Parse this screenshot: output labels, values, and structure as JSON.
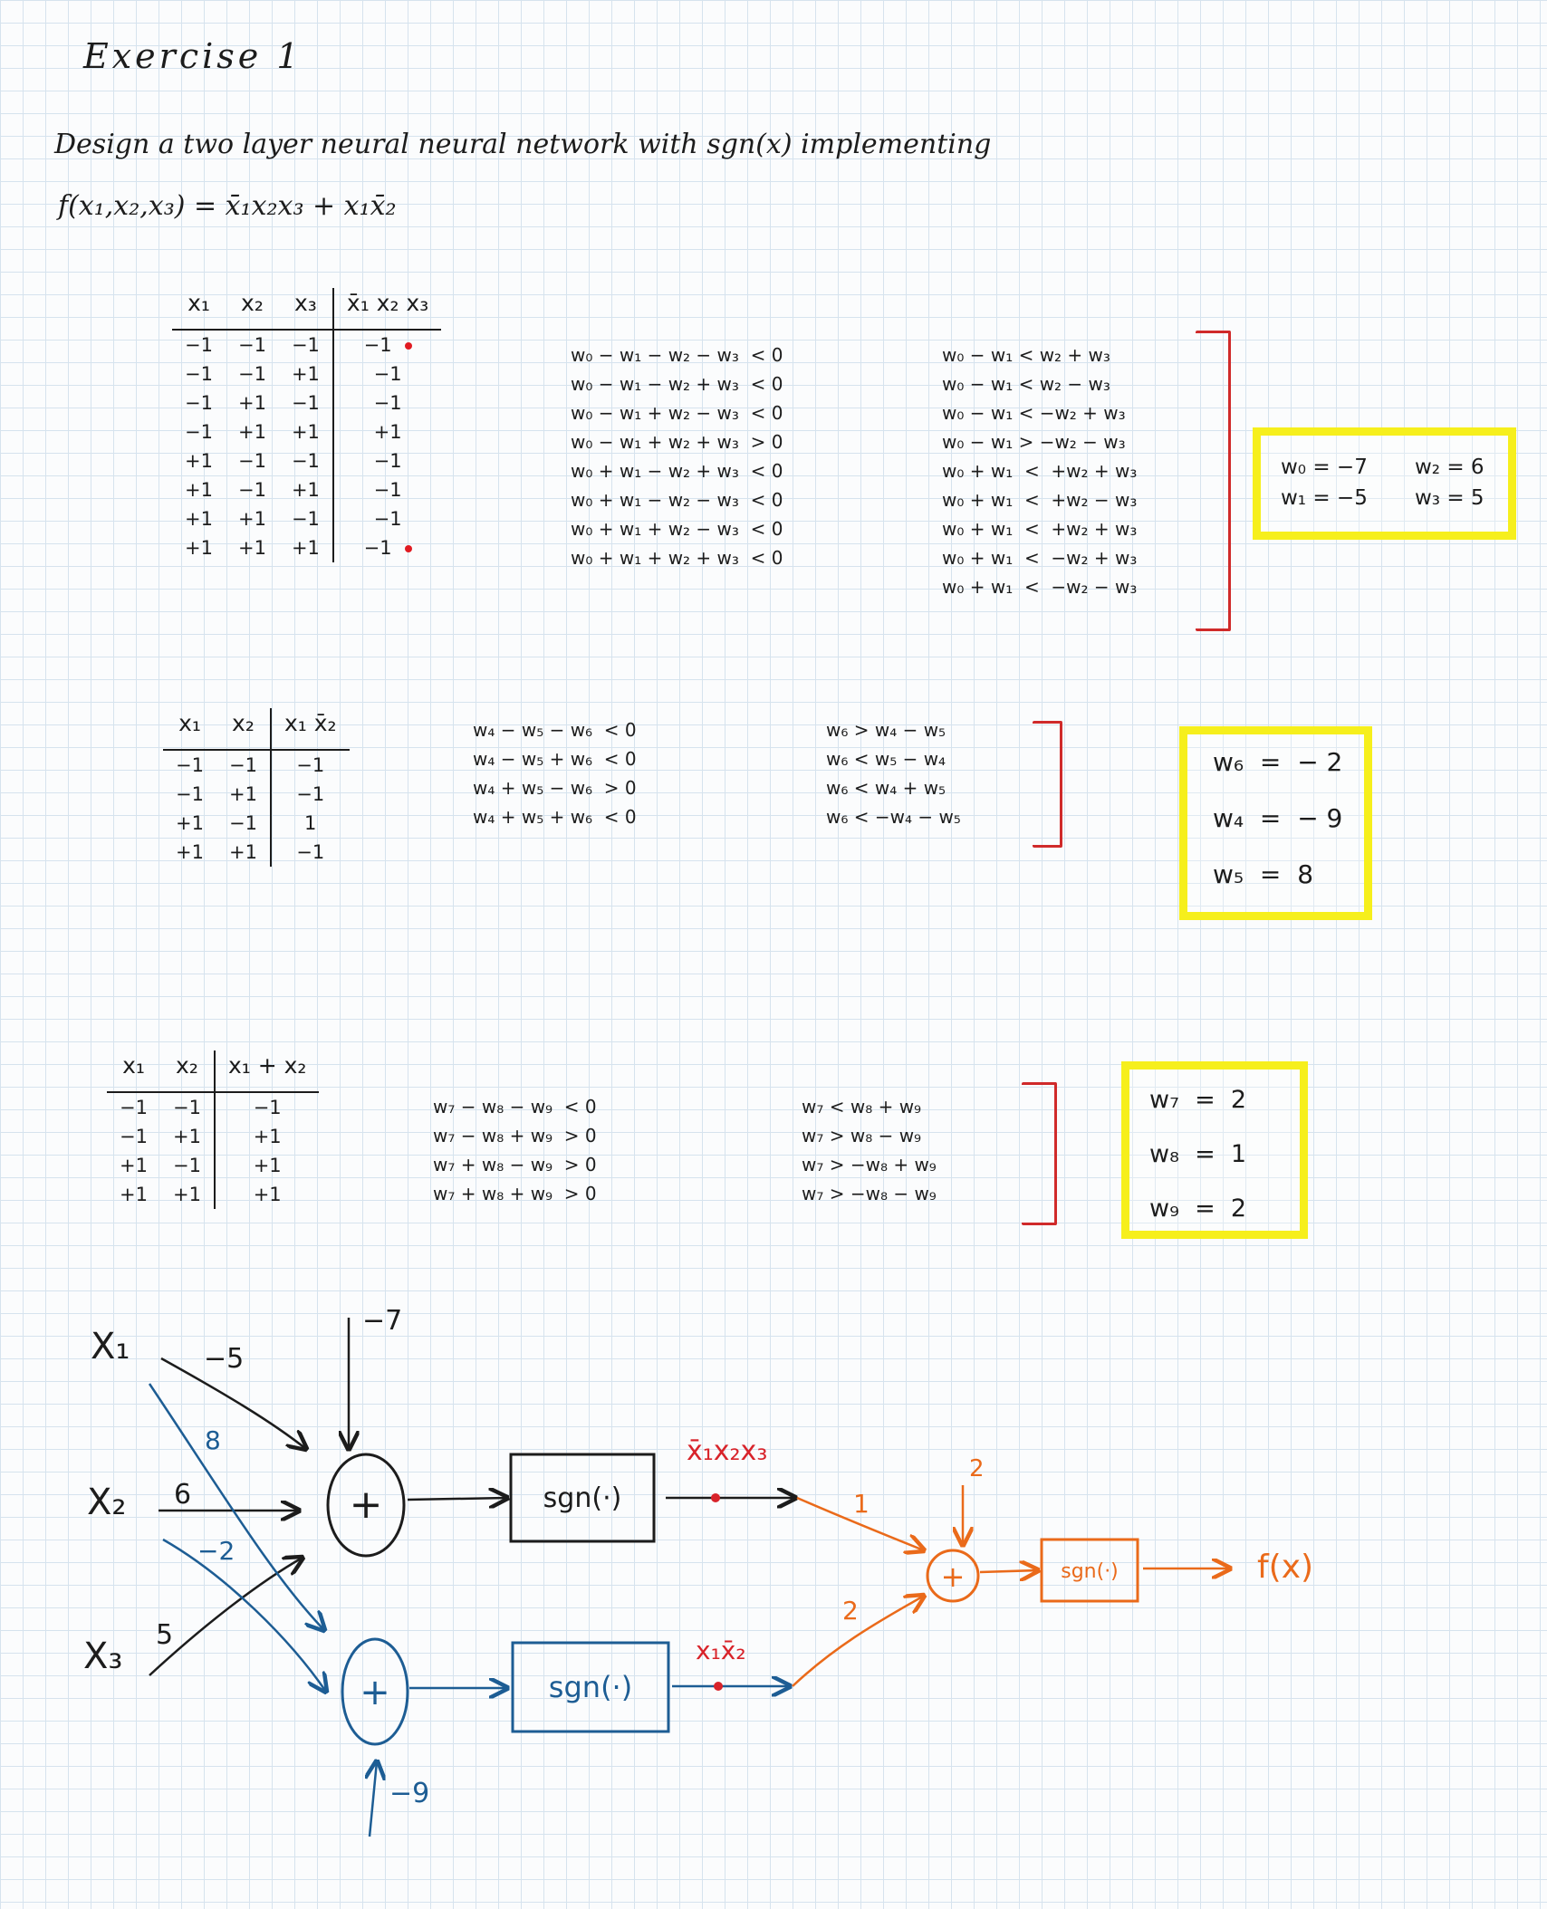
{
  "header": {
    "title": "Exercise 1",
    "prompt": "Design a two layer neural neural network with sgn(x) implementing",
    "function": "f(x₁,x₂,x₃) = x̄₁x₂x₃ + x₁x̄₂"
  },
  "table1": {
    "headers": [
      "x₁",
      "x₂",
      "x₃",
      "x̄₁ x₂ x₃"
    ],
    "rows": [
      [
        "−1",
        "−1",
        "−1",
        "−1"
      ],
      [
        "−1",
        "−1",
        "+1",
        "−1"
      ],
      [
        "−1",
        "+1",
        "−1",
        "−1"
      ],
      [
        "−1",
        "+1",
        "+1",
        "+1"
      ],
      [
        "+1",
        "−1",
        "−1",
        "−1"
      ],
      [
        "+1",
        "−1",
        "+1",
        "−1"
      ],
      [
        "+1",
        "+1",
        "−1",
        "−1"
      ],
      [
        "+1",
        "+1",
        "+1",
        "−1"
      ]
    ],
    "inequalities": [
      "w₀ − w₁ − w₂ − w₃  < 0",
      "w₀ − w₁ − w₂ + w₃  < 0",
      "w₀ − w₁ + w₂ − w₃  < 0",
      "w₀ − w₁ + w₂ + w₃  > 0",
      "w₀ + w₁ − w₂ + w₃  < 0",
      "w₀ + w₁ − w₂ − w₃  < 0",
      "w₀ + w₁ + w₂ − w₃  < 0",
      "w₀ + w₁ + w₂ + w₃  < 0"
    ],
    "rearranged": [
      "w₀ − w₁ < w₂ + w₃",
      "w₀ − w₁ < w₂ − w₃",
      "w₀ − w₁ < −w₂ + w₃",
      "w₀ − w₁ > −w₂ − w₃",
      "w₀ + w₁  <  +w₂ + w₃",
      "w₀ + w₁  <  +w₂ − w₃",
      "w₀ + w₁  <  +w₂ + w₃",
      "w₀ + w₁  <  −w₂ + w₃",
      "w₀ + w₁  <  −w₂ − w₃"
    ],
    "solution": [
      "w₀ = −7",
      "w₂ = 6",
      "w₁ = −5",
      "w₃ = 5"
    ]
  },
  "table2": {
    "headers": [
      "x₁",
      "x₂",
      "x₁ x̄₂"
    ],
    "rows": [
      [
        "−1",
        "−1",
        "−1"
      ],
      [
        "−1",
        "+1",
        "−1"
      ],
      [
        "+1",
        "−1",
        "1"
      ],
      [
        "+1",
        "+1",
        "−1"
      ]
    ],
    "inequalities": [
      "w₄ − w₅ − w₆  < 0",
      "w₄ − w₅ + w₆  < 0",
      "w₄ + w₅ − w₆  > 0",
      "w₄ + w₅ + w₆  < 0"
    ],
    "rearranged": [
      "w₆ > w₄ − w₅",
      "w₆ < w₅ − w₄",
      "w₆ < w₄ + w₅",
      "w₆ < −w₄ − w₅"
    ],
    "solution": [
      "w₆  =  − 2",
      "w₄  =  − 9",
      "w₅  =  8"
    ]
  },
  "table3": {
    "headers": [
      "x₁",
      "x₂",
      "x₁ + x₂"
    ],
    "rows": [
      [
        "−1",
        "−1",
        "−1"
      ],
      [
        "−1",
        "+1",
        "+1"
      ],
      [
        "+1",
        "−1",
        "+1"
      ],
      [
        "+1",
        "+1",
        "+1"
      ]
    ],
    "inequalities": [
      "w₇ − w₈ − w₉  < 0",
      "w₇ − w₈ + w₉  > 0",
      "w₇ + w₈ − w₉  > 0",
      "w₇ + w₈ + w₉  > 0"
    ],
    "rearranged": [
      "w₇ < w₈ + w₉",
      "w₇ > w₈ − w₉",
      "w₇ > −w₈ + w₉",
      "w₇ > −w₈ − w₉"
    ],
    "solution": [
      "w₇  =  2",
      "w₈  =  1",
      "w₉  =  2"
    ]
  },
  "network": {
    "inputs": [
      "X₁",
      "X₂",
      "X₃"
    ],
    "weights_top": [
      "−5",
      "6",
      "5"
    ],
    "weights_bottom": [
      "8",
      "−2"
    ],
    "bias_top": "−7",
    "bias_bottom": "−9",
    "sum_symbol": "+",
    "sgn_label": "sgn(·)",
    "hidden_top_label": "x̄₁x₂x₃",
    "hidden_bottom_label": "x₁x̄₂",
    "out_weight_top": "1",
    "out_weight_bottom": "2",
    "out_bias": "2",
    "output_label": "f(x)",
    "colors": {
      "black": "#1c1c1c",
      "blue": "#1d5d94",
      "red": "#d8232a",
      "orange": "#ea6a1a",
      "highlight": "#f6ef1c"
    }
  }
}
